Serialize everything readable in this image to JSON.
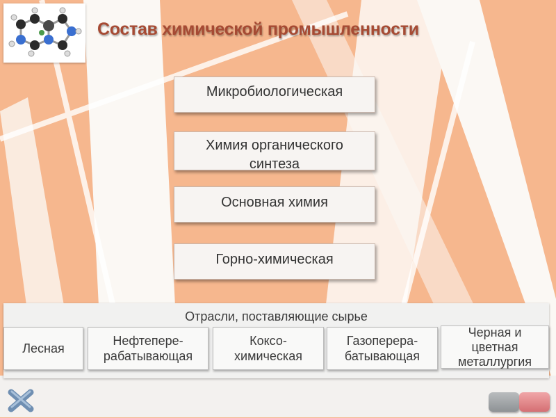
{
  "slide": {
    "title": "Состав химической промышленности",
    "colors": {
      "background": "#f6b78e",
      "title": "#a64a33",
      "box": "#f7f4f2",
      "panel": "#f1f1f0"
    }
  },
  "diagram": {
    "boxes": [
      {
        "label": "Микробиологическая"
      },
      {
        "label_line1": "Химия органического",
        "label_line2": "синтеза"
      },
      {
        "label": "Основная химия"
      },
      {
        "label": "Горно-химическая"
      }
    ],
    "raw_materials": {
      "heading": "Отрасли, поставляющие сырье",
      "items": [
        {
          "line1": "Лесная"
        },
        {
          "line1": "Нефтепере-",
          "line2": "рабатывающая"
        },
        {
          "line1": "Коксо-",
          "line2": "химическая"
        },
        {
          "line1": "Газоперера-",
          "line2": "батывающая"
        },
        {
          "line1": "Черная и",
          "line2": "цветная",
          "line3": "металлургия"
        }
      ]
    }
  },
  "icons": {
    "logo": "molecule-icon",
    "close": "close-x-icon",
    "prev": "prev-button",
    "next": "next-button"
  }
}
